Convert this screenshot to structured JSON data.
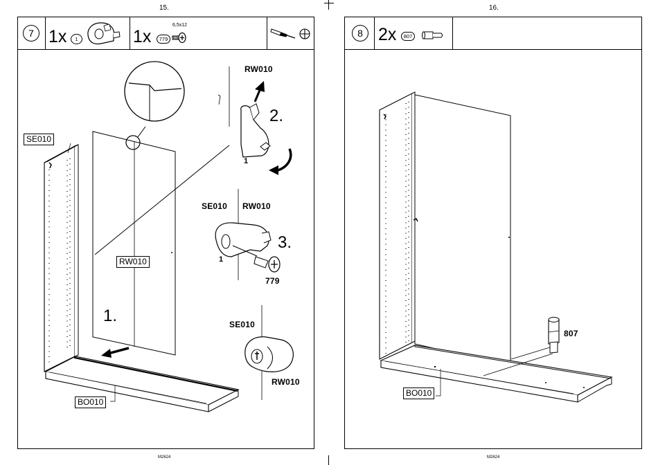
{
  "pages": {
    "left": {
      "page_number": "15.",
      "footer_code": "M2624",
      "step": {
        "number": "7",
        "parts": [
          {
            "qty": "1x",
            "part_id": "1"
          },
          {
            "qty": "1x",
            "part_id": "779",
            "spec": "6,5x12"
          }
        ],
        "tool": "screwdriver-icon"
      },
      "labels": {
        "se010_side": "SE010",
        "rw010_panel": "RW010",
        "bo010": "BO010",
        "rw010_detail2": "RW010",
        "part1_detail2": "1",
        "se010_detail3": "SE010",
        "rw010_detail3": "RW010",
        "part1_detail3": "1",
        "part779": "779",
        "se010_detail4": "SE010",
        "rw010_detail4": "RW010"
      },
      "substeps": {
        "one": "1.",
        "two": "2.",
        "three": "3."
      }
    },
    "right": {
      "page_number": "16.",
      "footer_code": "M2624",
      "step": {
        "number": "8",
        "parts": [
          {
            "qty": "2x",
            "part_id": "807"
          }
        ]
      },
      "labels": {
        "part807": "807",
        "bo010": "BO010"
      }
    }
  }
}
